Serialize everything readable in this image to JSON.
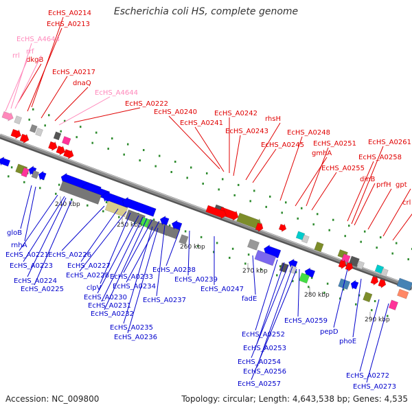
{
  "title": "Escherichia coli HS, complete genome",
  "footer": {
    "accession": "Accession: NC_009800",
    "summary": "Topology: circular; Length: 4,643,538 bp; Genes: 4,535"
  },
  "colors": {
    "backbone": "#8a8a8a",
    "forward_label": "#e00000",
    "reverse_label": "#0000cc",
    "rna_label": "#ff88bb"
  },
  "ticks": [
    "240 kbp",
    "250 kbp",
    "260 kbp",
    "270 kbp",
    "280 kbp",
    "290 kbp"
  ],
  "labels": {
    "forward": [
      "EcHS_A0214",
      "EcHS_A0213",
      "dkgB",
      "EcHS_A0217",
      "dnaQ",
      "EcHS_A0222",
      "EcHS_A0240",
      "EcHS_A0241",
      "EcHS_A0242",
      "EcHS_A0243",
      "rhsH",
      "EcHS_A0245",
      "EcHS_A0248",
      "gmhA",
      "EcHS_A0251",
      "EcHS_A0255",
      "EcHS_A0258",
      "EcHS_A0261",
      "dinB",
      "prfH",
      "gpt",
      "crl"
    ],
    "rna": [
      "EcHS_A4643",
      "rrf",
      "rrl",
      "EcHS_A4644"
    ],
    "reverse": [
      "gloB",
      "rnhA",
      "EcHS_A0221",
      "EcHS_A0223",
      "EcHS_A0224",
      "EcHS_A0225",
      "EcHS_A0226",
      "EcHS_A0227",
      "EcHS_A0228",
      "clpV",
      "EcHS_A0230",
      "EcHS_A0231",
      "EcHS_A0232",
      "EcHS_A0233",
      "EcHS_A0234",
      "EcHS_A0235",
      "EcHS_A0236",
      "EcHS_A0237",
      "EcHS_A0238",
      "EcHS_A0239",
      "EcHS_A0247",
      "fadE",
      "EcHS_A0252",
      "EcHS_A0253",
      "EcHS_A0254",
      "EcHS_A0256",
      "EcHS_A0257",
      "EcHS_A0259",
      "pepD",
      "phoE",
      "EcHS_A0272",
      "EcHS_A0273"
    ]
  }
}
